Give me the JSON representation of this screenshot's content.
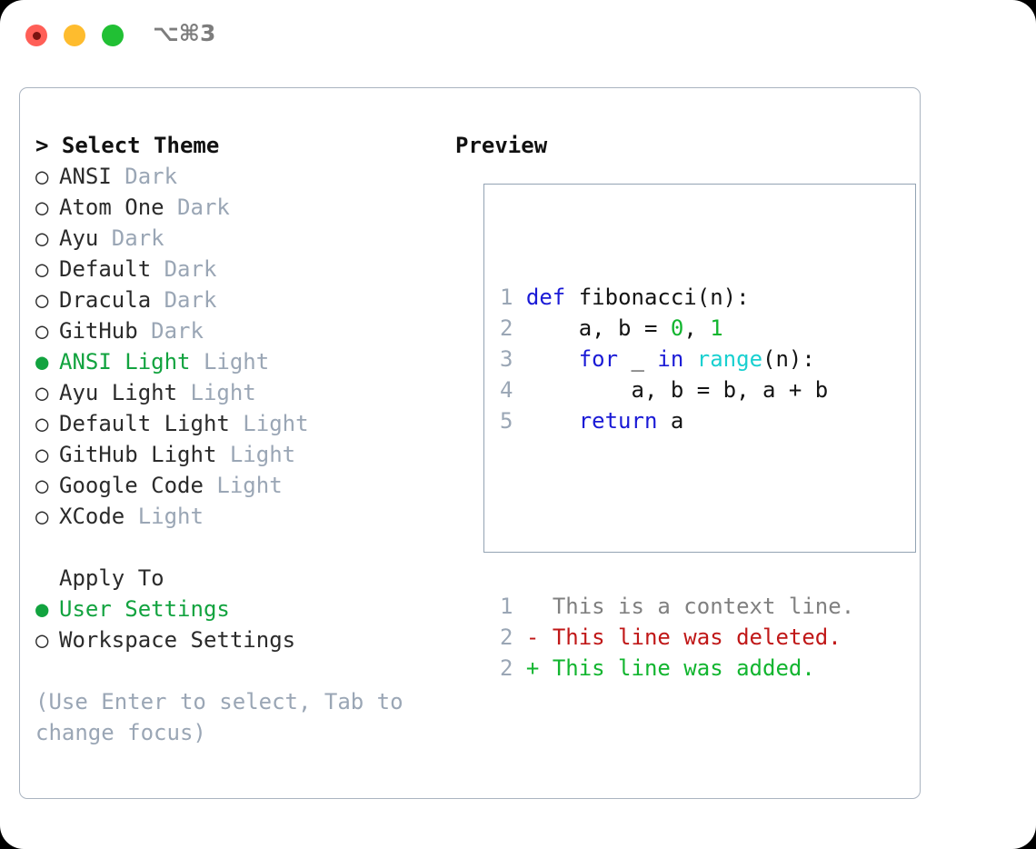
{
  "titlebar": {
    "shortcut": "⌥⌘3",
    "lights": [
      {
        "name": "close",
        "color": "#ff5f57"
      },
      {
        "name": "minimize",
        "color": "#febc2e"
      },
      {
        "name": "maximize",
        "color": "#21c034"
      }
    ]
  },
  "theme_picker": {
    "heading": "> Select Theme",
    "bullet_selected": "●",
    "bullet_unselected": "○",
    "items": [
      {
        "label": "ANSI",
        "suffix": "Dark",
        "selected": false
      },
      {
        "label": "Atom One",
        "suffix": "Dark",
        "selected": false
      },
      {
        "label": "Ayu",
        "suffix": "Dark",
        "selected": false
      },
      {
        "label": "Default",
        "suffix": "Dark",
        "selected": false
      },
      {
        "label": "Dracula",
        "suffix": "Dark",
        "selected": false
      },
      {
        "label": "GitHub",
        "suffix": "Dark",
        "selected": false
      },
      {
        "label": "ANSI Light",
        "suffix": "Light",
        "selected": true
      },
      {
        "label": "Ayu Light",
        "suffix": "Light",
        "selected": false
      },
      {
        "label": "Default Light",
        "suffix": "Light",
        "selected": false
      },
      {
        "label": "GitHub Light",
        "suffix": "Light",
        "selected": false
      },
      {
        "label": "Google Code",
        "suffix": "Light",
        "selected": false
      },
      {
        "label": "XCode",
        "suffix": "Light",
        "selected": false
      }
    ]
  },
  "apply_to": {
    "heading": "Apply To",
    "items": [
      {
        "label": "User Settings",
        "selected": true
      },
      {
        "label": "Workspace Settings",
        "selected": false
      }
    ]
  },
  "hint": "(Use Enter to select, Tab to change focus)",
  "preview": {
    "heading": "Preview",
    "code_lines": [
      {
        "num": "1",
        "tokens": [
          {
            "t": "def",
            "c": "kw"
          },
          {
            "t": " fibonacci(n):",
            "c": "plain"
          }
        ]
      },
      {
        "num": "2",
        "tokens": [
          {
            "t": "    a, b = ",
            "c": "plain"
          },
          {
            "t": "0",
            "c": "num"
          },
          {
            "t": ", ",
            "c": "plain"
          },
          {
            "t": "1",
            "c": "num"
          }
        ]
      },
      {
        "num": "3",
        "tokens": [
          {
            "t": "    ",
            "c": "plain"
          },
          {
            "t": "for",
            "c": "kw"
          },
          {
            "t": " _ ",
            "c": "plain"
          },
          {
            "t": "in",
            "c": "kw"
          },
          {
            "t": " ",
            "c": "plain"
          },
          {
            "t": "range",
            "c": "fn"
          },
          {
            "t": "(n):",
            "c": "plain"
          }
        ]
      },
      {
        "num": "4",
        "tokens": [
          {
            "t": "        a, b = b, a + b",
            "c": "plain"
          }
        ]
      },
      {
        "num": "5",
        "tokens": [
          {
            "t": "    ",
            "c": "plain"
          },
          {
            "t": "return",
            "c": "kw"
          },
          {
            "t": " a",
            "c": "plain"
          }
        ]
      }
    ],
    "diff_lines": [
      {
        "num": "1",
        "marker": "  ",
        "text": "This is a context line.",
        "kind": "diff-ctx"
      },
      {
        "num": "2",
        "marker": "- ",
        "text": "This line was deleted.",
        "kind": "diff-del"
      },
      {
        "num": "2",
        "marker": "+ ",
        "text": "This line was added.",
        "kind": "diff-add"
      }
    ]
  },
  "colors": {
    "accent_green": "#12a33f",
    "muted": "#9aa6b5",
    "keyword_blue": "#1a1ad6",
    "function_cyan": "#19d0d0",
    "number_green": "#12b52f",
    "diff_delete_red": "#c01818",
    "diff_add_green": "#12b52f",
    "panel_border": "#93a3b3",
    "window_border": "#aab4c0"
  }
}
